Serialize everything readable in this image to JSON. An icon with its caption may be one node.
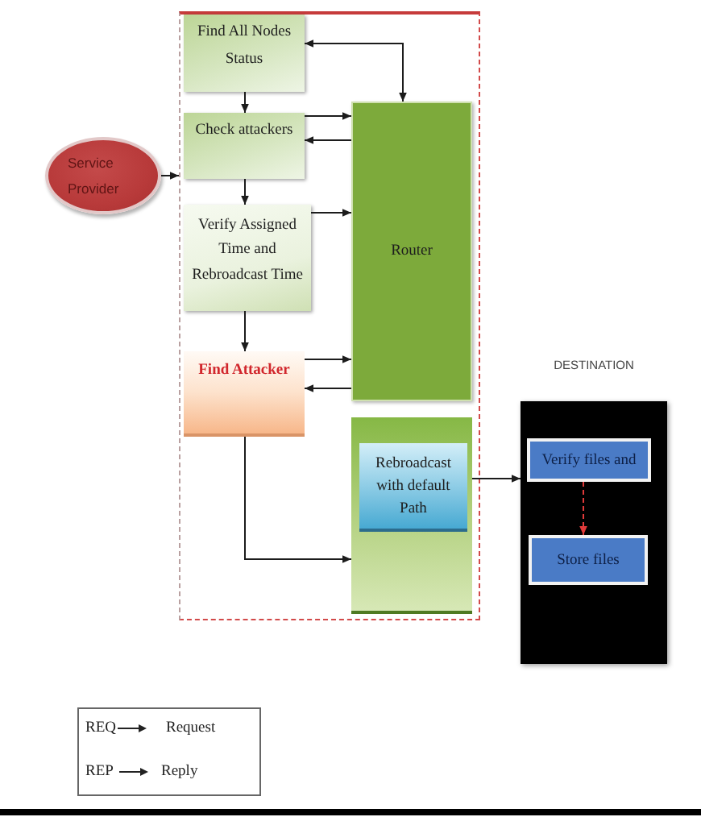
{
  "diagram": {
    "nodes": [
      {
        "text": [],
        "shape": "box"
      },
      {
        "text": [
          "Find All Nodes Status"
        ],
        "in": 0
      },
      {
        "text": [
          "Check attackers"
        ],
        "in": 0
      },
      {
        "text": [
          "Verify Assigned Time and Rebroadcast Time"
        ],
        "in": 0
      },
      {
        "text": [
          "Find Attacker"
        ],
        "in": 0
      },
      {
        "text": [
          "Router"
        ],
        "in": 0
      },
      {
        "text": [],
        "shape": "box",
        "in": 0
      },
      {
        "text": [
          "Rebroadcast with default Path"
        ],
        "in": 6
      },
      {
        "text": [
          "Service Provider"
        ]
      },
      {
        "text": [
          "DESTINATION"
        ]
      },
      {
        "text": [
          "Verify files and"
        ],
        "in": 9
      },
      {
        "text": [
          "Store files"
        ],
        "in": 9
      }
    ],
    "edges": [
      {
        "from": 8,
        "to": 0,
        "arrow": "to"
      },
      {
        "from": 1,
        "to": 5,
        "arrow": "both"
      },
      {
        "from": 1,
        "to": 2,
        "arrow": "to"
      },
      {
        "from": 2,
        "to": 5,
        "arrow": "to"
      },
      {
        "from": 5,
        "to": 2,
        "arrow": "to"
      },
      {
        "from": 2,
        "to": 3,
        "arrow": "to"
      },
      {
        "from": 3,
        "to": 5,
        "arrow": "to"
      },
      {
        "from": 3,
        "to": 4,
        "arrow": "to"
      },
      {
        "from": 4,
        "to": 5,
        "arrow": "to"
      },
      {
        "from": 5,
        "to": 4,
        "arrow": "to"
      },
      {
        "from": 4,
        "to": 6,
        "arrow": "to"
      },
      {
        "from": 6,
        "to": 9,
        "arrow": "to"
      },
      {
        "from": 10,
        "to": 11,
        "arrow": "to",
        "style": "dashed",
        "color": "#e03a3a"
      }
    ],
    "labels": [
      "REQ",
      "Request",
      "REP",
      "Reply"
    ]
  }
}
